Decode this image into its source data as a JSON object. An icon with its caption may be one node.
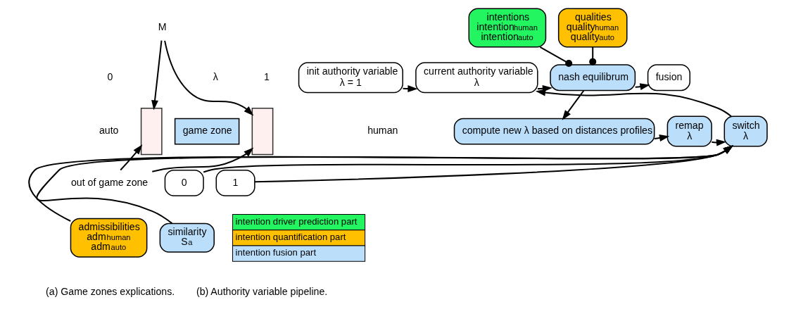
{
  "diagram": {
    "nodes": [
      {
        "text": [],
        "shape": "box"
      },
      {
        "text": [
          "game zone"
        ]
      },
      {
        "text": [],
        "shape": "box"
      },
      {
        "text": [
          "out of game zone"
        ]
      },
      {
        "text": [
          "M"
        ]
      },
      {
        "text": [
          "init authority variable",
          "λ = 1"
        ]
      },
      {
        "text": [
          "current authority variable",
          "λ"
        ]
      },
      {
        "text": [
          "intentions",
          "intention$_{human}$",
          "intention$_{auto}$"
        ]
      },
      {
        "text": [
          "qualities",
          "quality$_{human}$",
          "quality$_{auto}$"
        ]
      },
      {
        "text": [
          "nash equilibrum"
        ]
      },
      {
        "text": [
          "fusion"
        ]
      },
      {
        "text": [
          "compute new λ based on distances profiles"
        ]
      },
      {
        "text": [
          "remap",
          "λ"
        ]
      },
      {
        "text": [
          "switch",
          "λ"
        ]
      },
      {
        "text": [
          "0"
        ]
      },
      {
        "text": [
          "1"
        ]
      },
      {
        "text": [
          "admissibilities",
          "adm$_{human}$",
          "adm$_{auto}$"
        ]
      },
      {
        "text": [
          "similarity",
          "S$_{a}$"
        ]
      }
    ],
    "edges": [
      {
        "from": 3,
        "to": 0,
        "arrow": "to"
      },
      {
        "from": 3,
        "to": 2,
        "arrow": "to"
      },
      {
        "from": 4,
        "to": 0,
        "arrow": "to"
      },
      {
        "from": 4,
        "to": 2,
        "arrow": "to"
      },
      {
        "from": 5,
        "to": 6,
        "arrow": "to"
      },
      {
        "from": 13,
        "to": 6,
        "arrow": "to"
      },
      {
        "from": 6,
        "to": 9,
        "arrow": "to"
      },
      {
        "from": 9,
        "to": 10,
        "arrow": "to"
      },
      {
        "from": 7,
        "to": 9,
        "arrow": "other"
      },
      {
        "from": 8,
        "to": 9,
        "arrow": "other"
      },
      {
        "from": 9,
        "to": 11,
        "arrow": "to"
      },
      {
        "from": 11,
        "to": 12,
        "arrow": "to"
      },
      {
        "from": 12,
        "to": 13,
        "arrow": "to"
      },
      {
        "from": 14,
        "to": 13,
        "arrow": "to"
      },
      {
        "from": 15,
        "to": 13,
        "arrow": "to"
      },
      {
        "from": 16,
        "to": 13,
        "arrow": "to"
      },
      {
        "from": 17,
        "to": 13,
        "arrow": "to"
      }
    ],
    "labels": [
      "0",
      "λ",
      "1",
      "auto",
      "human",
      "(a) Game zones explications.",
      "(b) Authority variable pipeline."
    ],
    "legend": [
      {
        "text": "intention driver prediction part",
        "color": "#22f55f"
      },
      {
        "text": "intention quantification part",
        "color": "#ffc000"
      },
      {
        "text": "intention fusion part",
        "color": "#bbdefb"
      }
    ]
  }
}
